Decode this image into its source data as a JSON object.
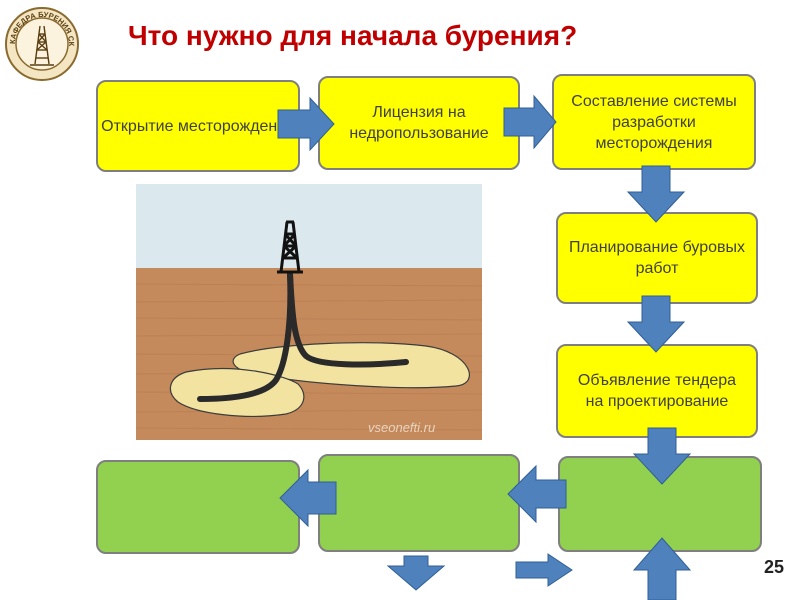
{
  "title": "Что нужно для начала бурения?",
  "logo_text": "КАФЕДРА БУРЕНИЯ СКВАЖИН",
  "page_number": "25",
  "watermark": "vseonefti.ru",
  "colors": {
    "title": "#c00000",
    "yellow_box": "#ffff00",
    "green_box": "#92d050",
    "arrow": "#4f81bd",
    "sky": "#dbe9ee",
    "ground": "#c48a5c",
    "reservoir": "#f3e3a1"
  },
  "boxes": {
    "b1": "Открытие месторождения",
    "b2": "Лицензия на недропользование",
    "b3": "Составление системы разработки месторождения",
    "b4": "Планирование буровых работ",
    "b5": "Объявление тендера на проектирование",
    "g1": "",
    "g2": "",
    "g3": ""
  }
}
